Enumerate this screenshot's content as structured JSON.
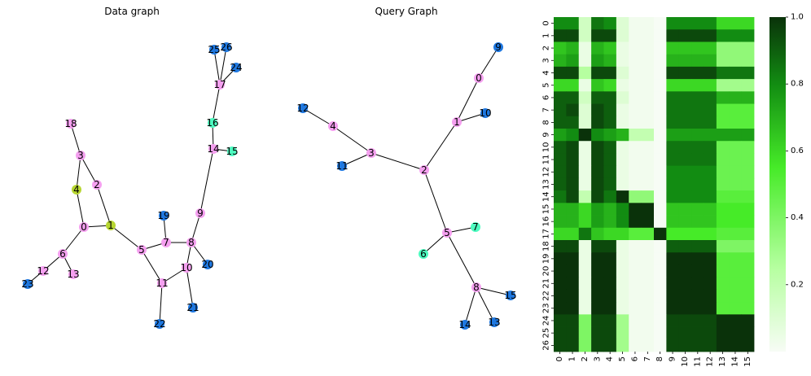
{
  "titles": {
    "data": "Data graph",
    "query": "Query Graph"
  },
  "colors": {
    "pink": "#f5a0f0",
    "blue": "#1f78e0",
    "teal": "#4dfcc0",
    "olive": "#b7d630"
  },
  "data_graph": {
    "nodes": [
      {
        "id": "0",
        "c": "pink"
      },
      {
        "id": "1",
        "c": "olive"
      },
      {
        "id": "2",
        "c": "pink"
      },
      {
        "id": "3",
        "c": "pink"
      },
      {
        "id": "4",
        "c": "olive"
      },
      {
        "id": "5",
        "c": "pink"
      },
      {
        "id": "6",
        "c": "pink"
      },
      {
        "id": "7",
        "c": "pink"
      },
      {
        "id": "8",
        "c": "pink"
      },
      {
        "id": "9",
        "c": "pink"
      },
      {
        "id": "10",
        "c": "pink"
      },
      {
        "id": "11",
        "c": "pink"
      },
      {
        "id": "12",
        "c": "pink"
      },
      {
        "id": "13",
        "c": "pink"
      },
      {
        "id": "14",
        "c": "pink"
      },
      {
        "id": "15",
        "c": "teal"
      },
      {
        "id": "16",
        "c": "teal"
      },
      {
        "id": "17",
        "c": "pink"
      },
      {
        "id": "18",
        "c": "pink"
      },
      {
        "id": "19",
        "c": "blue"
      },
      {
        "id": "20",
        "c": "blue"
      },
      {
        "id": "21",
        "c": "blue"
      },
      {
        "id": "22",
        "c": "blue"
      },
      {
        "id": "23",
        "c": "blue"
      },
      {
        "id": "24",
        "c": "blue"
      },
      {
        "id": "25",
        "c": "blue"
      },
      {
        "id": "26",
        "c": "blue"
      }
    ],
    "edges": [
      [
        0,
        1
      ],
      [
        0,
        4
      ],
      [
        0,
        6
      ],
      [
        1,
        2
      ],
      [
        1,
        5
      ],
      [
        2,
        3
      ],
      [
        3,
        4
      ],
      [
        3,
        18
      ],
      [
        5,
        7
      ],
      [
        5,
        11
      ],
      [
        6,
        12
      ],
      [
        6,
        13
      ],
      [
        7,
        8
      ],
      [
        7,
        19
      ],
      [
        8,
        9
      ],
      [
        8,
        10
      ],
      [
        8,
        20
      ],
      [
        9,
        14
      ],
      [
        10,
        11
      ],
      [
        10,
        21
      ],
      [
        11,
        22
      ],
      [
        12,
        23
      ],
      [
        14,
        15
      ],
      [
        14,
        16
      ],
      [
        16,
        17
      ],
      [
        17,
        24
      ],
      [
        17,
        25
      ],
      [
        17,
        26
      ]
    ]
  },
  "query_graph": {
    "nodes": [
      {
        "id": "0",
        "c": "pink"
      },
      {
        "id": "1",
        "c": "pink"
      },
      {
        "id": "2",
        "c": "pink"
      },
      {
        "id": "3",
        "c": "pink"
      },
      {
        "id": "4",
        "c": "pink"
      },
      {
        "id": "5",
        "c": "pink"
      },
      {
        "id": "6",
        "c": "teal"
      },
      {
        "id": "7",
        "c": "teal"
      },
      {
        "id": "8",
        "c": "pink"
      },
      {
        "id": "9",
        "c": "blue"
      },
      {
        "id": "10",
        "c": "blue"
      },
      {
        "id": "11",
        "c": "blue"
      },
      {
        "id": "12",
        "c": "blue"
      },
      {
        "id": "13",
        "c": "blue"
      },
      {
        "id": "14",
        "c": "blue"
      },
      {
        "id": "15",
        "c": "blue"
      }
    ],
    "edges": [
      [
        0,
        9
      ],
      [
        0,
        1
      ],
      [
        1,
        10
      ],
      [
        1,
        2
      ],
      [
        2,
        3
      ],
      [
        3,
        4
      ],
      [
        3,
        11
      ],
      [
        4,
        12
      ],
      [
        2,
        5
      ],
      [
        5,
        6
      ],
      [
        5,
        7
      ],
      [
        5,
        8
      ],
      [
        8,
        13
      ],
      [
        8,
        14
      ],
      [
        8,
        15
      ]
    ]
  },
  "chart_data": {
    "type": "heatmap",
    "rows": [
      "0",
      "1",
      "2",
      "3",
      "4",
      "5",
      "6",
      "7",
      "8",
      "9",
      "10",
      "11",
      "12",
      "13",
      "14",
      "15",
      "16",
      "17",
      "18",
      "19",
      "20",
      "21",
      "22",
      "23",
      "24",
      "25",
      "26"
    ],
    "cols": [
      "0",
      "1",
      "2",
      "3",
      "4",
      "5",
      "6",
      "7",
      "8",
      "9",
      "10",
      "11",
      "12",
      "13",
      "14",
      "15"
    ],
    "values": [
      [
        0.8,
        0.8,
        0.15,
        0.85,
        0.8,
        0.1,
        0.02,
        0.02,
        0.0,
        0.8,
        0.8,
        0.8,
        0.8,
        0.6,
        0.6,
        0.6
      ],
      [
        0.95,
        0.95,
        0.15,
        0.95,
        0.95,
        0.1,
        0.02,
        0.02,
        0.0,
        0.95,
        0.95,
        0.95,
        0.95,
        0.8,
        0.8,
        0.8
      ],
      [
        0.65,
        0.7,
        0.05,
        0.7,
        0.65,
        0.05,
        0.02,
        0.02,
        0.0,
        0.65,
        0.65,
        0.65,
        0.65,
        0.35,
        0.35,
        0.35
      ],
      [
        0.7,
        0.75,
        0.05,
        0.75,
        0.7,
        0.05,
        0.02,
        0.02,
        0.0,
        0.7,
        0.7,
        0.7,
        0.7,
        0.35,
        0.35,
        0.35
      ],
      [
        0.95,
        0.95,
        0.25,
        0.95,
        0.95,
        0.1,
        0.02,
        0.02,
        0.0,
        0.95,
        0.95,
        0.95,
        0.95,
        0.85,
        0.85,
        0.85
      ],
      [
        0.6,
        0.6,
        0.05,
        0.65,
        0.6,
        0.05,
        0.02,
        0.02,
        0.0,
        0.6,
        0.6,
        0.6,
        0.6,
        0.3,
        0.3,
        0.3
      ],
      [
        0.9,
        0.9,
        0.15,
        0.9,
        0.9,
        0.1,
        0.02,
        0.02,
        0.0,
        0.85,
        0.85,
        0.85,
        0.85,
        0.7,
        0.7,
        0.7
      ],
      [
        0.9,
        0.95,
        0.1,
        0.95,
        0.9,
        0.05,
        0.02,
        0.02,
        0.0,
        0.85,
        0.85,
        0.85,
        0.85,
        0.5,
        0.5,
        0.5
      ],
      [
        0.9,
        0.9,
        0.1,
        0.95,
        0.9,
        0.05,
        0.02,
        0.02,
        0.0,
        0.85,
        0.85,
        0.85,
        0.85,
        0.5,
        0.5,
        0.5
      ],
      [
        0.75,
        0.8,
        1.0,
        0.8,
        0.75,
        0.7,
        0.2,
        0.2,
        0.0,
        0.75,
        0.75,
        0.75,
        0.75,
        0.75,
        0.75,
        0.75
      ],
      [
        0.9,
        0.95,
        0.05,
        0.95,
        0.9,
        0.05,
        0.02,
        0.02,
        0.0,
        0.85,
        0.85,
        0.85,
        0.85,
        0.45,
        0.45,
        0.45
      ],
      [
        0.9,
        0.95,
        0.05,
        0.95,
        0.9,
        0.05,
        0.02,
        0.02,
        0.0,
        0.85,
        0.85,
        0.85,
        0.85,
        0.45,
        0.45,
        0.45
      ],
      [
        0.9,
        0.95,
        0.05,
        0.95,
        0.9,
        0.05,
        0.02,
        0.02,
        0.0,
        0.8,
        0.8,
        0.8,
        0.8,
        0.45,
        0.45,
        0.45
      ],
      [
        0.9,
        0.95,
        0.05,
        0.95,
        0.9,
        0.05,
        0.02,
        0.02,
        0.0,
        0.8,
        0.8,
        0.8,
        0.8,
        0.45,
        0.45,
        0.45
      ],
      [
        0.85,
        0.95,
        0.2,
        0.95,
        0.85,
        1.0,
        0.35,
        0.35,
        0.0,
        0.8,
        0.8,
        0.8,
        0.8,
        0.5,
        0.5,
        0.5
      ],
      [
        0.7,
        0.7,
        0.6,
        0.75,
        0.7,
        0.8,
        1.0,
        1.0,
        0.0,
        0.65,
        0.65,
        0.65,
        0.65,
        0.55,
        0.55,
        0.55
      ],
      [
        0.7,
        0.7,
        0.6,
        0.75,
        0.7,
        0.8,
        1.0,
        1.0,
        0.0,
        0.65,
        0.65,
        0.65,
        0.65,
        0.55,
        0.55,
        0.55
      ],
      [
        0.6,
        0.6,
        0.85,
        0.65,
        0.6,
        0.6,
        0.5,
        0.5,
        1.0,
        0.55,
        0.55,
        0.55,
        0.55,
        0.5,
        0.5,
        0.5
      ],
      [
        0.95,
        0.95,
        0.05,
        0.95,
        0.95,
        0.05,
        0.02,
        0.02,
        0.0,
        0.9,
        0.9,
        0.9,
        0.9,
        0.4,
        0.4,
        0.4
      ],
      [
        1.0,
        1.0,
        0.05,
        1.0,
        1.0,
        0.05,
        0.02,
        0.02,
        0.0,
        1.0,
        1.0,
        1.0,
        1.0,
        0.5,
        0.5,
        0.5
      ],
      [
        1.0,
        1.0,
        0.05,
        1.0,
        1.0,
        0.05,
        0.02,
        0.02,
        0.0,
        1.0,
        1.0,
        1.0,
        1.0,
        0.5,
        0.5,
        0.5
      ],
      [
        1.0,
        1.0,
        0.05,
        1.0,
        1.0,
        0.05,
        0.02,
        0.02,
        0.0,
        1.0,
        1.0,
        1.0,
        1.0,
        0.5,
        0.5,
        0.5
      ],
      [
        1.0,
        1.0,
        0.05,
        1.0,
        1.0,
        0.05,
        0.02,
        0.02,
        0.0,
        1.0,
        1.0,
        1.0,
        1.0,
        0.5,
        0.5,
        0.5
      ],
      [
        1.0,
        1.0,
        0.05,
        1.0,
        1.0,
        0.05,
        0.02,
        0.02,
        0.0,
        1.0,
        1.0,
        1.0,
        1.0,
        0.5,
        0.5,
        0.5
      ],
      [
        0.95,
        0.95,
        0.4,
        0.95,
        0.95,
        0.3,
        0.02,
        0.02,
        0.0,
        0.95,
        0.95,
        0.95,
        0.95,
        1.0,
        1.0,
        1.0
      ],
      [
        0.95,
        0.95,
        0.4,
        0.95,
        0.95,
        0.3,
        0.02,
        0.02,
        0.0,
        0.95,
        0.95,
        0.95,
        0.95,
        1.0,
        1.0,
        1.0
      ],
      [
        0.95,
        0.95,
        0.4,
        0.95,
        0.95,
        0.3,
        0.02,
        0.02,
        0.0,
        0.95,
        0.95,
        0.95,
        0.95,
        1.0,
        1.0,
        1.0
      ]
    ],
    "colorbar": {
      "ticks": [
        "0.2",
        "0.4",
        "0.6",
        "0.8",
        "1.0"
      ],
      "tick_values": [
        0.2,
        0.4,
        0.6,
        0.8,
        1.0
      ],
      "range": [
        0,
        1
      ]
    }
  }
}
